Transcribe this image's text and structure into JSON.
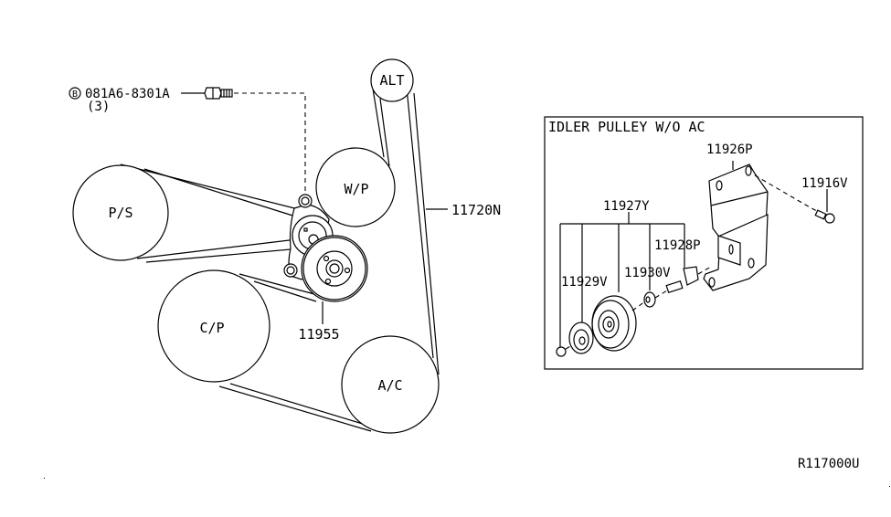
{
  "diagram": {
    "code": "R117000U",
    "belt": {
      "part_number": "11720N"
    },
    "pulleys": {
      "alternator": "ALT",
      "water_pump": "W/P",
      "power_steering": "P/S",
      "crank_pulley": "C/P",
      "air_conditioner": "A/C"
    },
    "tensioner": {
      "part_number": "11955"
    },
    "bolt": {
      "symbol": "B",
      "part_number": "081A6-8301A",
      "quantity": "(3)"
    },
    "inset": {
      "title": "IDLER PULLEY W/O AC",
      "parts": {
        "bracket": "11926P",
        "bracket_bolt": "11916V",
        "idler_assembly": "11927Y",
        "stud": "11928P",
        "nut": "11929V",
        "washer": "11930V"
      }
    }
  }
}
